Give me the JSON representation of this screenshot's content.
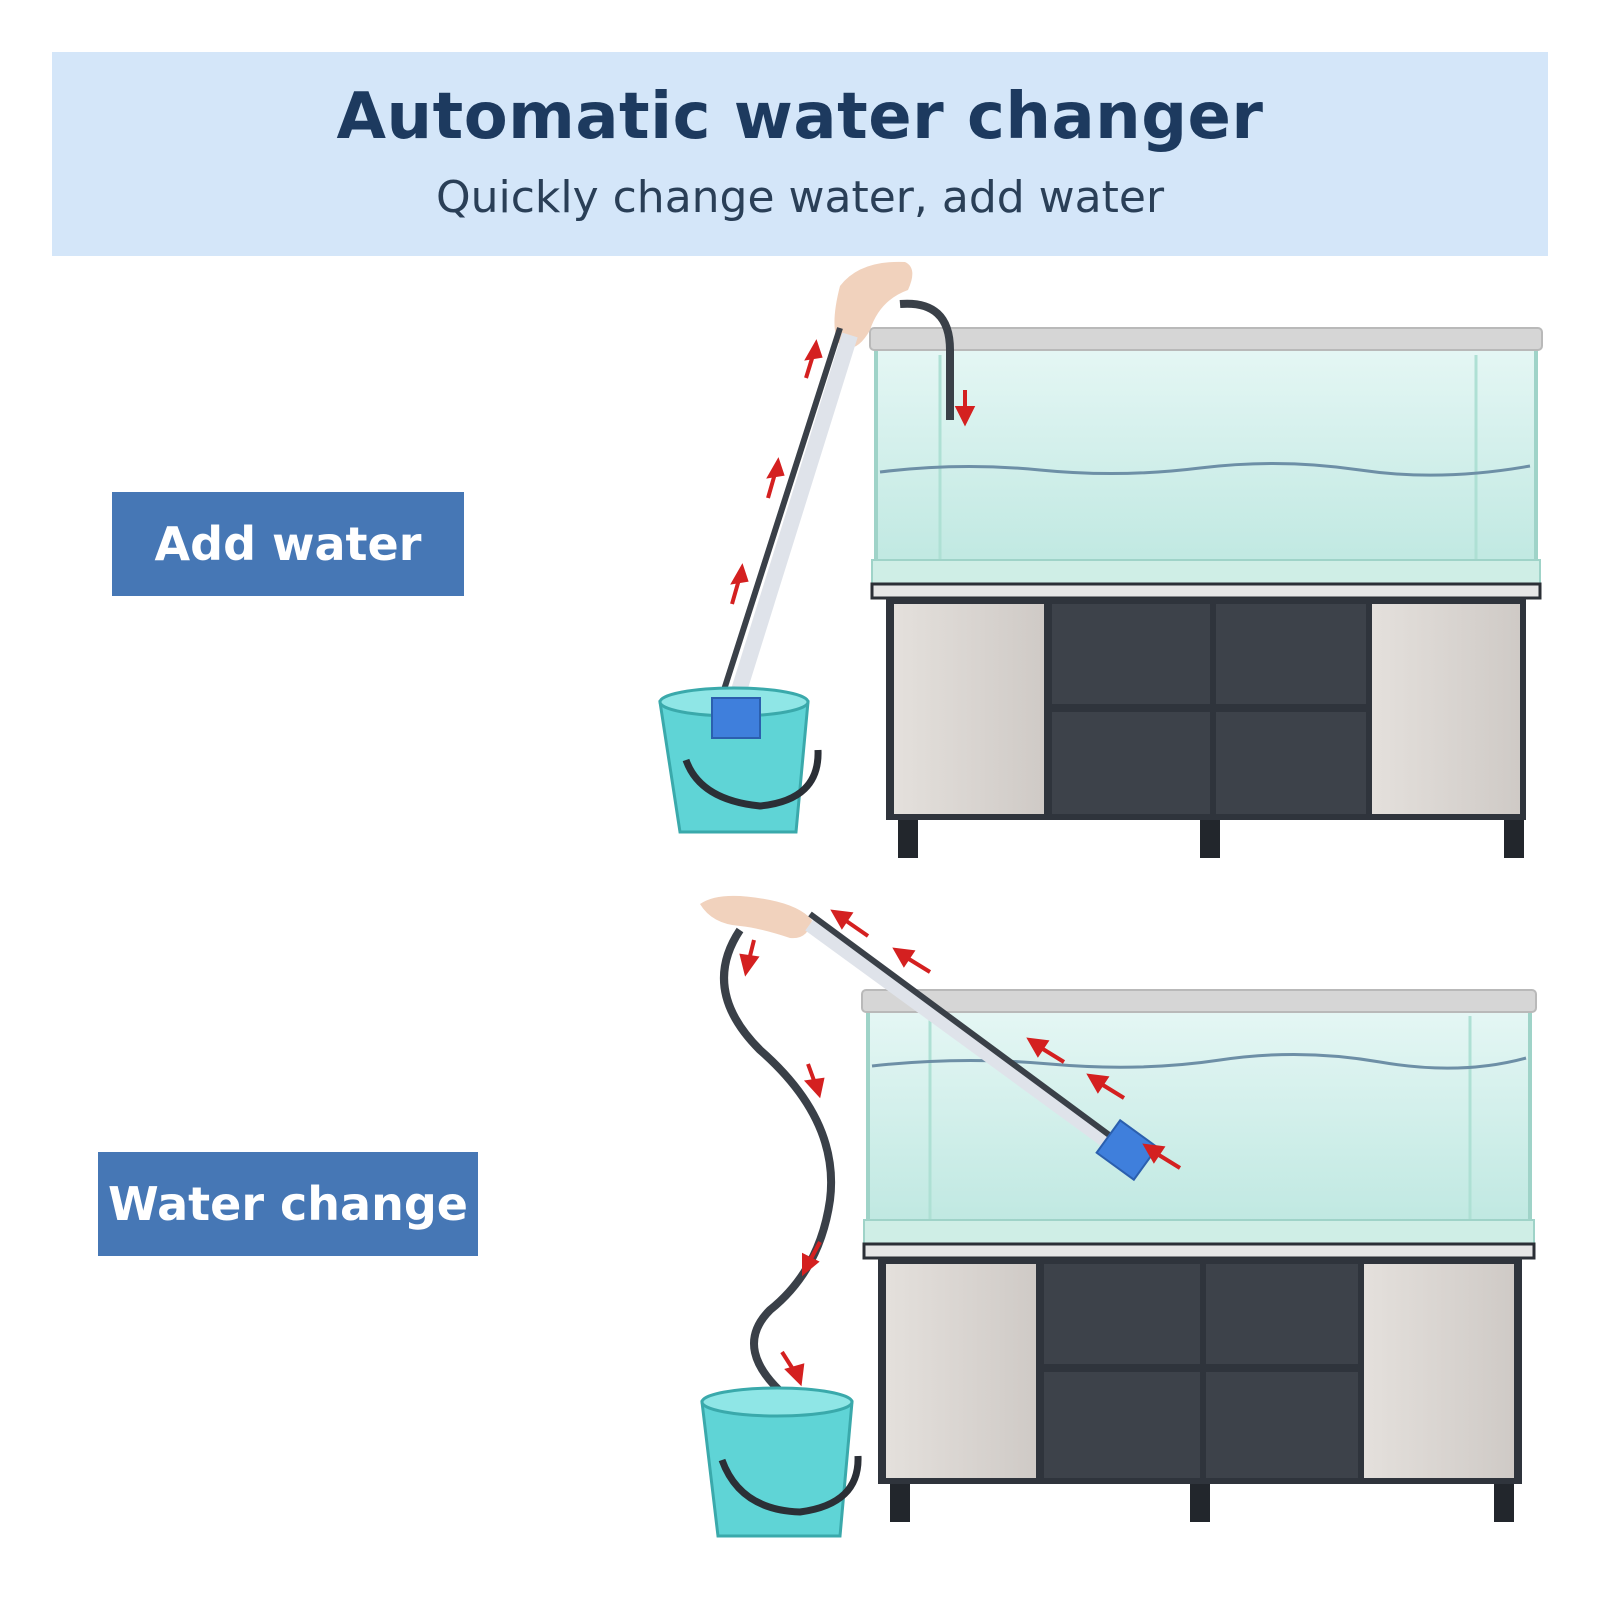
{
  "header": {
    "title": "Automatic water changer",
    "subtitle": "Quickly change water, add water"
  },
  "sections": {
    "add_water": {
      "label": "Add water"
    },
    "water_change": {
      "label": "Water change"
    }
  },
  "colors": {
    "banner": "#d4e6f9",
    "title": "#1d3a5f",
    "label_bg": "#4677b5",
    "arrow": "#d42020",
    "bucket": "#5fd4d6",
    "cabinet_door": "#d8d3cf",
    "cabinet_frame": "#2b2f36"
  }
}
